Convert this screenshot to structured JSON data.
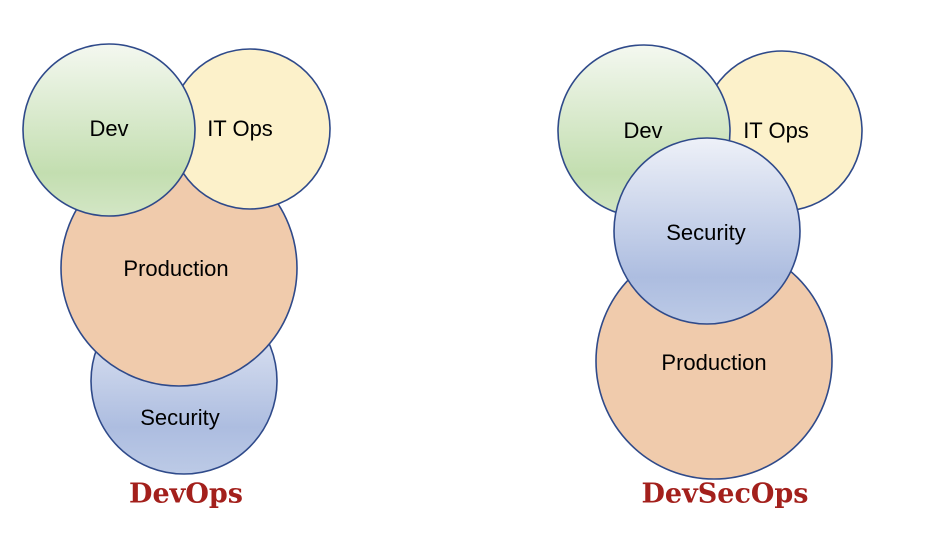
{
  "devops": {
    "title": "DevOps",
    "circles": {
      "dev": "Dev",
      "itops": "IT Ops",
      "production": "Production",
      "security": "Security"
    }
  },
  "devsecops": {
    "title": "DevSecOps",
    "circles": {
      "dev": "Dev",
      "itops": "IT Ops",
      "production": "Production",
      "security": "Security"
    }
  },
  "colors": {
    "dev": "#c3deb0",
    "itops": "#fcf1ca",
    "production": "#f0cbac",
    "security": "#adbde0",
    "stroke": "#2f4a8a",
    "title": "#a3201c"
  }
}
